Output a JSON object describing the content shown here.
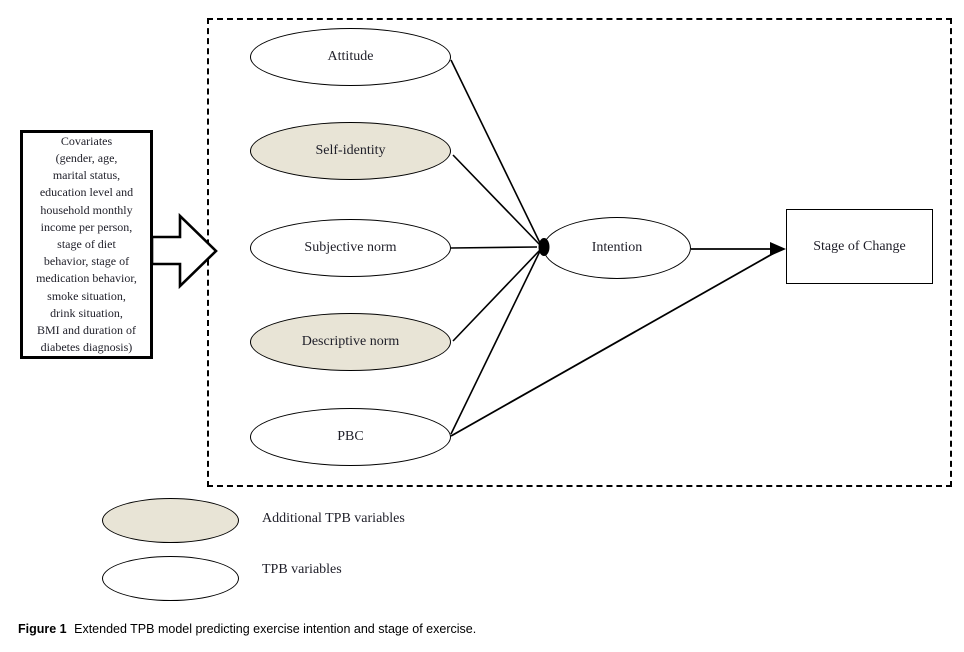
{
  "covariates": {
    "text": "Covariates\n(gender, age,\nmarital status,\neducation level and\nhousehold monthly\nincome per person,\nstage of diet\nbehavior, stage of\nmedication behavior,\nsmoke situation,\ndrink situation,\nBMI and duration of\ndiabetes diagnosis)"
  },
  "nodes": {
    "predictors": [
      {
        "label": "Attitude",
        "shaded": false
      },
      {
        "label": "Self-identity",
        "shaded": true
      },
      {
        "label": "Subjective norm",
        "shaded": false
      },
      {
        "label": "Descriptive norm",
        "shaded": true
      },
      {
        "label": "PBC",
        "shaded": false
      }
    ],
    "intention": {
      "label": "Intention"
    },
    "outcome": {
      "label": "Stage of Change"
    }
  },
  "legend": {
    "additional_label": "Additional TPB variables",
    "tpb_label": "TPB variables"
  },
  "caption": {
    "label": "Figure 1",
    "text": "Extended TPB model predicting exercise intention and stage of exercise."
  },
  "colors": {
    "shaded_fill": "#e8e4d6",
    "line": "#000000",
    "text": "#1e1e28"
  }
}
